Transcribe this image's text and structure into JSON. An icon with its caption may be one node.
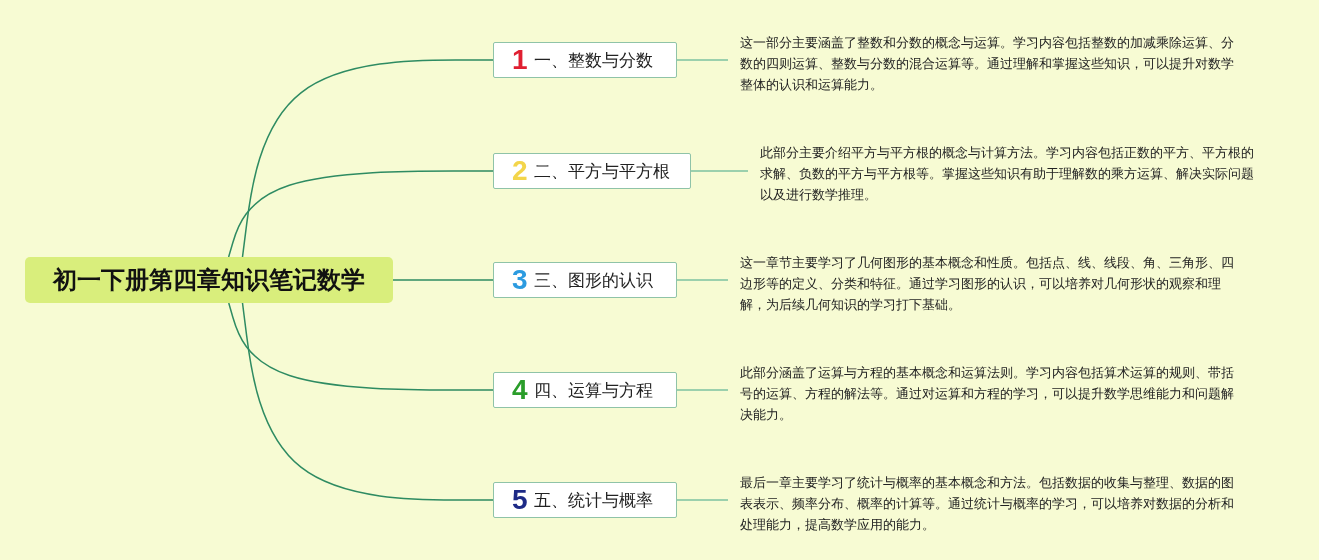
{
  "diagram": {
    "nodes": [
      {
        "text": [
          "初一下册第四章知识笔记数学"
        ]
      },
      {
        "text": [
          "1",
          "一、整数与分数"
        ]
      },
      {
        "text": [
          "2",
          "二、平方与平方根"
        ]
      },
      {
        "text": [
          "3",
          "三、图形的认识"
        ]
      },
      {
        "text": [
          "4",
          "四、运算与方程"
        ]
      },
      {
        "text": [
          "5",
          "五、统计与概率"
        ]
      },
      {
        "text": [
          "这一部分主要涵盖了整数和分数的概念与运算。学习内容包括整数的加减乘除运算、分数的四则运算、整数与分数的混合运算等。通过理解和掌握这些知识，可以提升对数学整体的认识和运算能力。"
        ]
      },
      {
        "text": [
          "此部分主要介绍平方与平方根的概念与计算方法。学习内容包括正数的平方、平方根的求解、负数的平方与平方根等。掌握这些知识有助于理解数的乘方运算、解决实际问题以及进行数学推理。"
        ]
      },
      {
        "text": [
          "这一章节主要学习了几何图形的基本概念和性质。包括点、线、线段、角、三角形、四边形等的定义、分类和特征。通过学习图形的认识，可以培养对几何形状的观察和理解，为后续几何知识的学习打下基础。"
        ]
      },
      {
        "text": [
          "此部分涵盖了运算与方程的基本概念和运算法则。学习内容包括算术运算的规则、带括号的运算、方程的解法等。通过对运算和方程的学习，可以提升数学思维能力和问题解决能力。"
        ]
      },
      {
        "text": [
          "最后一章主要学习了统计与概率的基本概念和方法。包括数据的收集与整理、数据的图表表示、频率分布、概率的计算等。通过统计与概率的学习，可以培养对数据的分析和处理能力，提高数学应用的能力。"
        ]
      }
    ],
    "edges": [
      {
        "from": 0,
        "to": 1,
        "arrow": "none"
      },
      {
        "from": 0,
        "to": 2,
        "arrow": "none"
      },
      {
        "from": 0,
        "to": 3,
        "arrow": "none"
      },
      {
        "from": 0,
        "to": 4,
        "arrow": "none"
      },
      {
        "from": 0,
        "to": 5,
        "arrow": "none"
      },
      {
        "from": 1,
        "to": 6,
        "arrow": "none"
      },
      {
        "from": 2,
        "to": 7,
        "arrow": "none"
      },
      {
        "from": 3,
        "to": 8,
        "arrow": "none"
      },
      {
        "from": 4,
        "to": 9,
        "arrow": "none"
      },
      {
        "from": 5,
        "to": 10,
        "arrow": "none"
      }
    ]
  }
}
